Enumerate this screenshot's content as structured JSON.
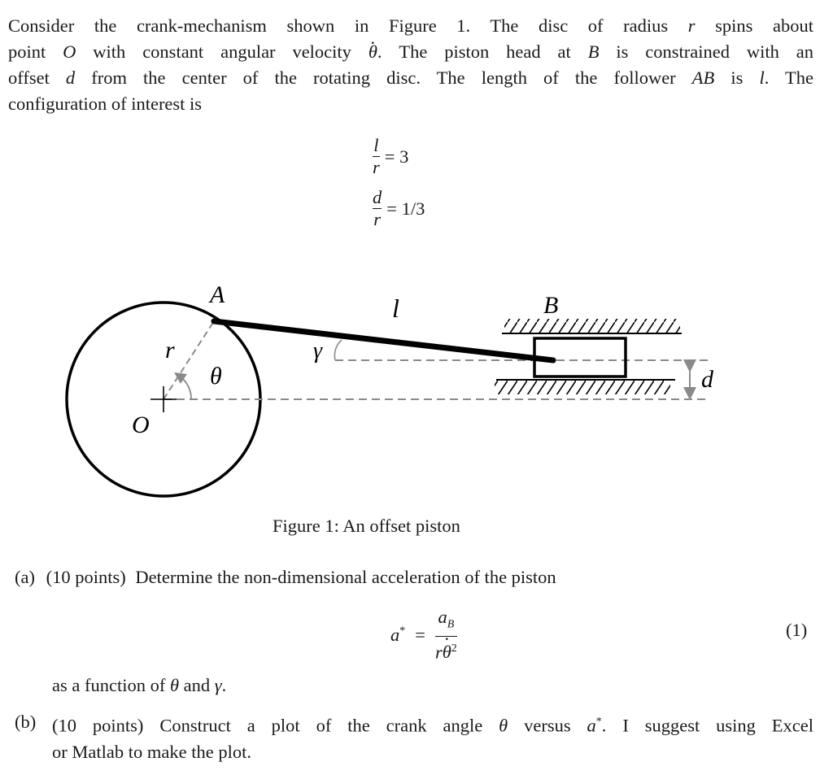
{
  "intro": {
    "line1_a": "Consider the crank-mechanism shown in Figure 1.  The disc of radius ",
    "line1_var": "r",
    "line1_b": " spins about",
    "line2_a": "point ",
    "line2_var1": "O",
    "line2_b": " with constant angular velocity ",
    "line2_var2": "θ",
    "line2_c": ". The piston head at ",
    "line2_var3": "B",
    "line2_d": " is constrained with an",
    "line3_a": "offset ",
    "line3_var1": "d",
    "line3_b": " from the center of the rotating disc.  The length of the follower ",
    "line3_var2": "AB",
    "line3_c": " is ",
    "line3_var3": "l",
    "line3_d": ".  The",
    "line4": "configuration of interest is"
  },
  "config": {
    "eq1": {
      "num": "l",
      "den": "r",
      "rhs": "= 3"
    },
    "eq2": {
      "num": "d",
      "den": "r",
      "rhs": "= 1/3"
    }
  },
  "figure": {
    "labels": {
      "A": "A",
      "B": "B",
      "O": "O",
      "r": "r",
      "theta": "θ",
      "gamma": "γ",
      "l": "l",
      "d": "d"
    },
    "caption": "Figure 1: An offset piston",
    "colors": {
      "stroke": "#000000",
      "dashed": "#8a8a8a"
    }
  },
  "part_a": {
    "label": "(a)",
    "points": "(10 points)",
    "text": "Determine the non-dimensional acceleration of the piston",
    "equation": {
      "lhs": "a",
      "lhs_sup": "*",
      "equals": "=",
      "num": "a",
      "num_sub": "B",
      "den_r": "r",
      "den_theta": "θ",
      "den_sup": "2",
      "number": "(1)"
    },
    "follow_a": "as a function of ",
    "follow_var1": "θ",
    "follow_b": " and ",
    "follow_var2": "γ",
    "follow_c": "."
  },
  "part_b": {
    "label": "(b)",
    "points": "(10 points)",
    "line1_a": "Construct a plot of the crank angle ",
    "line1_var1": "θ",
    "line1_b": " versus ",
    "line1_var2": "a",
    "line1_sup": "*",
    "line1_c": ".  I suggest using Excel",
    "line2": "or Matlab to make the plot."
  }
}
